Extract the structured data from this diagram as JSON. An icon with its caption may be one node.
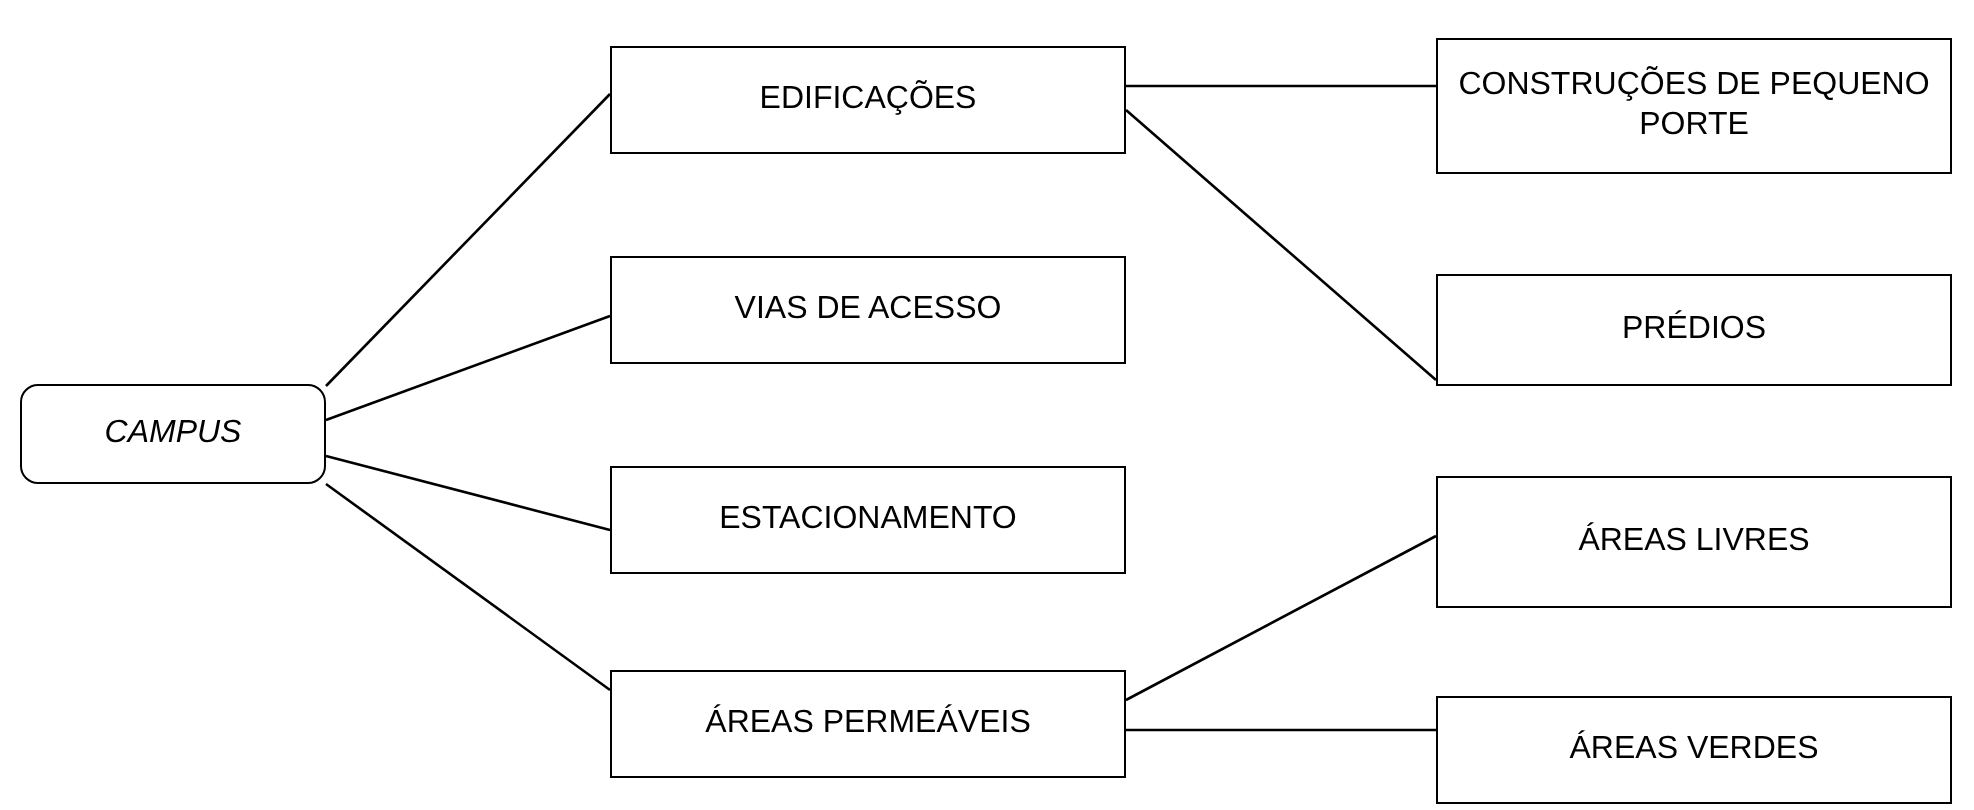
{
  "diagram": {
    "nodes": [
      {
        "text": [
          "CAMPUS"
        ]
      },
      {
        "text": [
          "EDIFICAÇÕES"
        ]
      },
      {
        "text": [
          "VIAS DE ACESSO"
        ]
      },
      {
        "text": [
          "ESTACIONAMENTO"
        ]
      },
      {
        "text": [
          "ÁREAS PERMEÁVEIS"
        ]
      },
      {
        "text": [
          "CONSTRUÇÕES DE PEQUENO PORTE"
        ]
      },
      {
        "text": [
          "PRÉDIOS"
        ]
      },
      {
        "text": [
          "ÁREAS LIVRES"
        ]
      },
      {
        "text": [
          "ÁREAS VERDES"
        ]
      }
    ],
    "edges": [
      {
        "from": 0,
        "to": 1,
        "arrow": "none"
      },
      {
        "from": 0,
        "to": 2,
        "arrow": "none"
      },
      {
        "from": 0,
        "to": 3,
        "arrow": "none"
      },
      {
        "from": 0,
        "to": 4,
        "arrow": "none"
      },
      {
        "from": 1,
        "to": 5,
        "arrow": "none"
      },
      {
        "from": 1,
        "to": 6,
        "arrow": "none"
      },
      {
        "from": 4,
        "to": 7,
        "arrow": "none"
      },
      {
        "from": 4,
        "to": 8,
        "arrow": "none"
      }
    ]
  }
}
